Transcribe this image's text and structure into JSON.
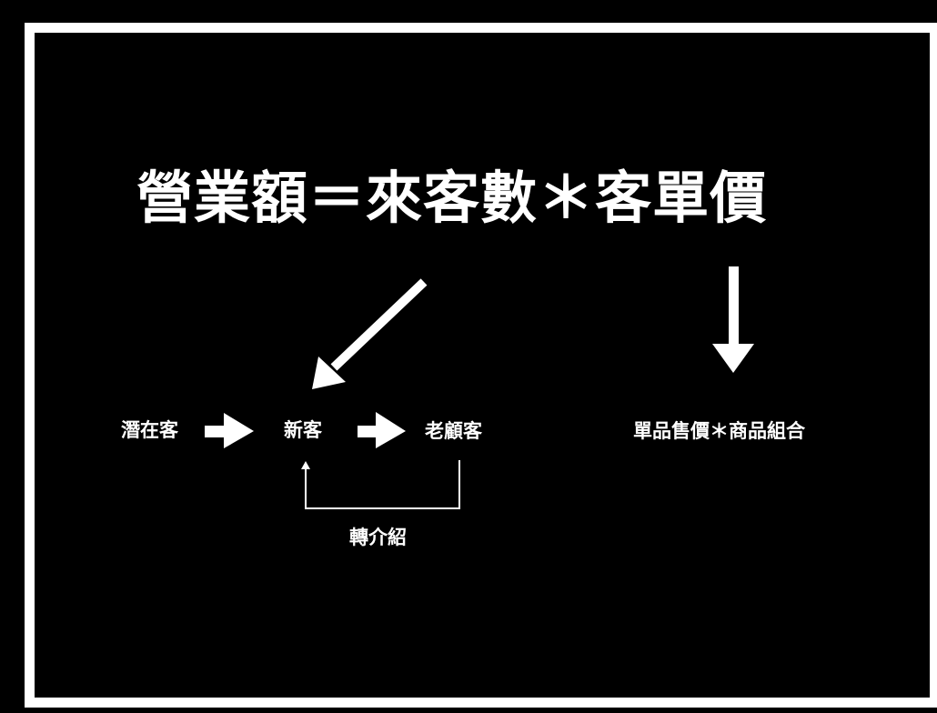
{
  "title": {
    "formula": "營業額＝來客數＊客單價",
    "parts": [
      "營業額",
      "＝",
      "來客數",
      "＊",
      "客單價"
    ]
  },
  "nodes": {
    "potential_customer": "潛在客",
    "new_customer": "新客",
    "returning_customer": "老顧客",
    "referral": "轉介紹",
    "unit_price_breakdown": "單品售價＊商品組合"
  },
  "colors": {
    "background": "#000000",
    "foreground": "#ffffff"
  },
  "edges": [
    {
      "from": "來客數",
      "to": "新客"
    },
    {
      "from": "客單價",
      "to": "單品售價＊商品組合"
    },
    {
      "from": "潛在客",
      "to": "新客"
    },
    {
      "from": "新客",
      "to": "老顧客"
    },
    {
      "from": "老顧客",
      "to": "新客",
      "label": "轉介紹"
    }
  ]
}
